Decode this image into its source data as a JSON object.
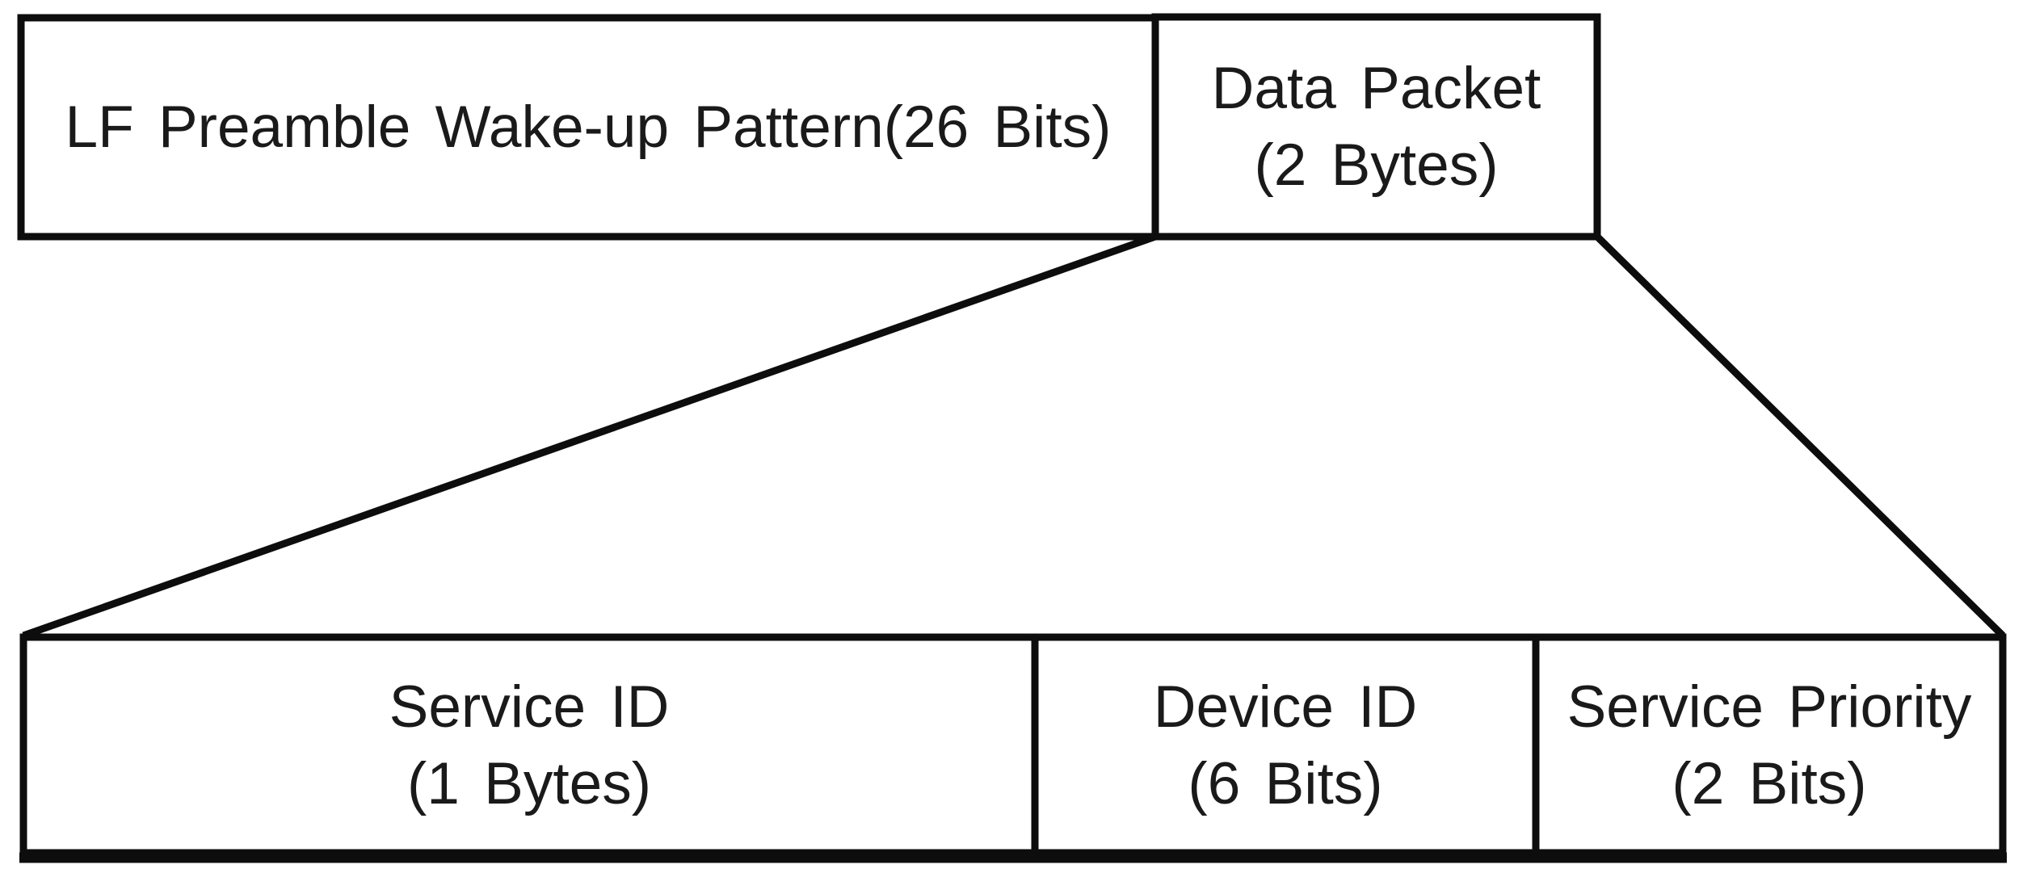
{
  "diagram": {
    "title_hint": "LF wake-up packet structure",
    "top_row": {
      "preamble": {
        "label": "LF Preamble Wake-up Pattern(26 Bits)"
      },
      "data_packet": {
        "name": "Data Packet",
        "size": "(2 Bytes)"
      }
    },
    "bottom_row": {
      "service_id": {
        "name": "Service ID",
        "size": "(1 Bytes)"
      },
      "device_id": {
        "name": "Device ID",
        "size": "(6 Bits)"
      },
      "service_priority": {
        "name": "Service Priority",
        "size": "(2 Bits)"
      }
    },
    "colors": {
      "line": "#0d0d0d",
      "text": "#1a1a1a",
      "background": "#ffffff"
    }
  }
}
